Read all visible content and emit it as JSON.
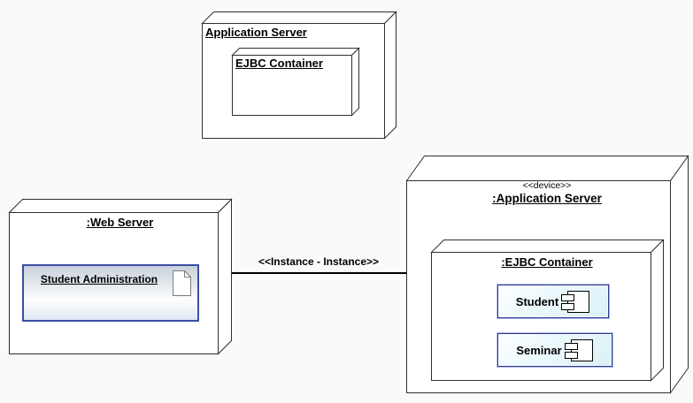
{
  "diagram": {
    "kind": "UML deployment diagram",
    "colors": {
      "bg": "#fafaf8",
      "line": "#2f2f2f",
      "face": "#ffffff",
      "component-border": "#2e3796",
      "artifact-border": "#3b4da3"
    },
    "top_node": {
      "title": "Application Server",
      "child_node": {
        "title": "EJBC Container"
      }
    },
    "web_server_node": {
      "title": ":Web Server",
      "artifact": {
        "label": "Student Administration",
        "icon": "document-icon"
      }
    },
    "connector": {
      "label": "<<Instance - Instance>>"
    },
    "app_server_node": {
      "stereotype": "<<device>>",
      "title": ":Application Server",
      "container_node": {
        "title": ":EJBC Container",
        "components": [
          {
            "label": "Student",
            "icon": "component-icon"
          },
          {
            "label": "Seminar",
            "icon": "component-icon"
          }
        ]
      }
    }
  }
}
